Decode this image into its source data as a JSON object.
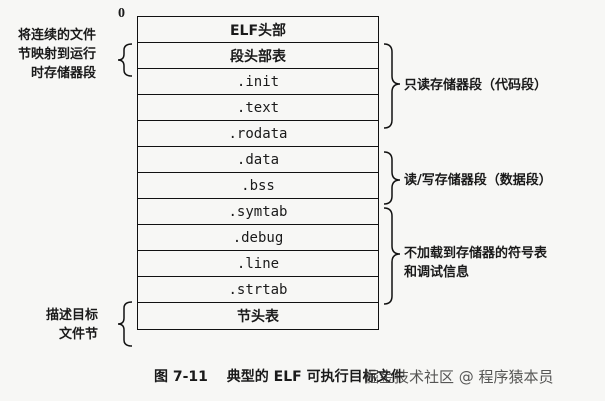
{
  "offset_zero": "0",
  "left_top_label": [
    "将连续的文件",
    "节映射到运行",
    "时存储器段"
  ],
  "left_bottom_label": [
    "描述目标",
    "文件节"
  ],
  "sections": [
    "ELF头部",
    "段头部表",
    ".init",
    ".text",
    ".rodata",
    ".data",
    ".bss",
    ".symtab",
    ".debug",
    ".line",
    ".strtab",
    "节头表"
  ],
  "right_labels": {
    "read_only": "只读存储器段（代码段）",
    "read_write": "读/写存储器段（数据段）",
    "not_loaded": [
      "不加载到存储器的符号表",
      "和调试信息"
    ]
  },
  "caption": {
    "number": "图 7-11",
    "text": "典型的 ELF 可执行目标文件"
  },
  "watermark": "掘金技术社区 @ 程序猿本员"
}
